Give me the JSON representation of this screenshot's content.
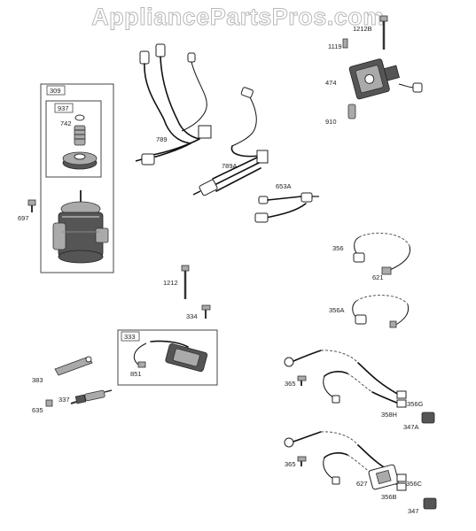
{
  "watermark": "AppliancePartsPros.com",
  "labels": {
    "p309": "309",
    "p937": "937",
    "p742": "742",
    "p697": "697",
    "p789": "789",
    "p789A": "789A",
    "p653A": "653A",
    "p1119": "1119",
    "p1212B": "1212B",
    "p474": "474",
    "p910": "910",
    "p356": "356",
    "p621": "621",
    "p356A": "356A",
    "p1212": "1212",
    "p334": "334",
    "p333": "333",
    "p851": "851",
    "p383": "383",
    "p337": "337",
    "p635": "635",
    "p365a": "365",
    "p356G": "356G",
    "p358H": "358H",
    "p347A": "347A",
    "p365b": "365",
    "p627": "627",
    "p356C": "356C",
    "p356B": "356B",
    "p347": "347"
  }
}
